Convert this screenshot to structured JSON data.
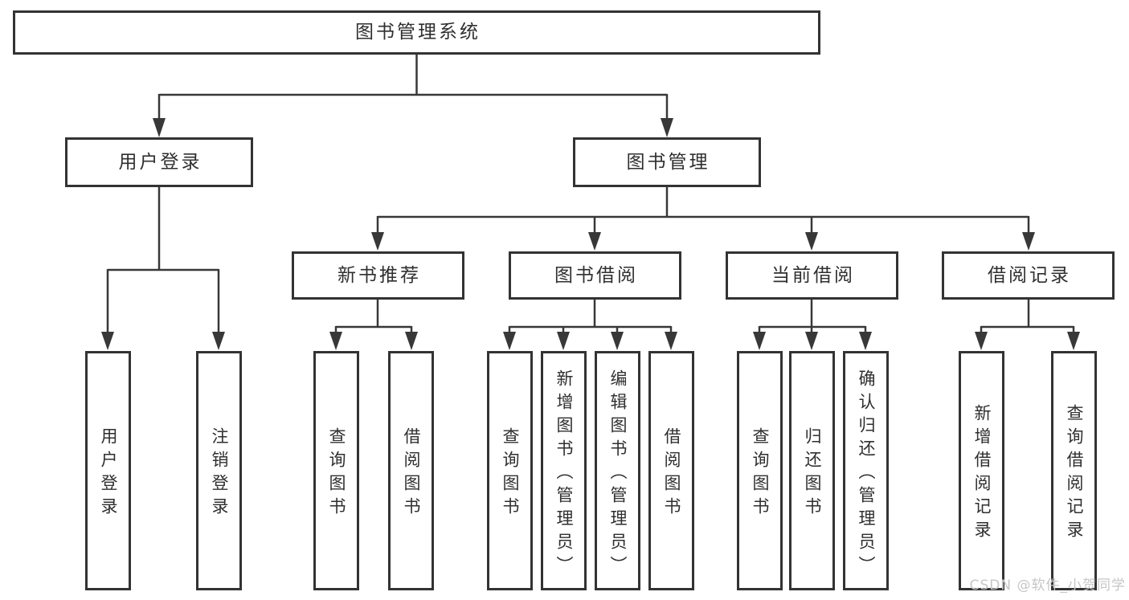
{
  "diagram": {
    "type": "hierarchy-tree",
    "title": "图书管理系统",
    "watermark": "CSDN @软件_小贺同学",
    "colors": {
      "background": "#ffffff",
      "line": "#383838",
      "box_border": "#333333",
      "text": "#2f2f2f",
      "watermark": "#c6c6c6"
    },
    "nodes": {
      "root": {
        "label": "图书管理系统"
      },
      "user_login": {
        "label": "用户登录"
      },
      "book_mgmt": {
        "label": "图书管理"
      },
      "new_book_rec": {
        "label": "新书推荐"
      },
      "book_borrow": {
        "label": "图书借阅"
      },
      "current_borrow": {
        "label": "当前借阅"
      },
      "borrow_record": {
        "label": "借阅记录"
      },
      "leaf_user_login": {
        "label": "用户登录"
      },
      "leaf_logout": {
        "label": "注销登录"
      },
      "leaf_nb_query": {
        "label": "查询图书"
      },
      "leaf_nb_borrow": {
        "label": "借阅图书"
      },
      "leaf_bb_query": {
        "label": "查询图书"
      },
      "leaf_bb_add": {
        "label": "新增图书（管理员）"
      },
      "leaf_bb_edit": {
        "label": "编辑图书（管理员）"
      },
      "leaf_bb_borrow": {
        "label": "借阅图书"
      },
      "leaf_cb_query": {
        "label": "查询图书"
      },
      "leaf_cb_return": {
        "label": "归还图书"
      },
      "leaf_cb_confirm": {
        "label": "确认归还（管理员）"
      },
      "leaf_br_add": {
        "label": "新增借阅记录"
      },
      "leaf_br_query": {
        "label": "查询借阅记录"
      }
    },
    "edges": [
      {
        "from": "图书管理系统",
        "to": [
          "用户登录",
          "图书管理"
        ]
      },
      {
        "from": "用户登录",
        "to": [
          "用户登录",
          "注销登录"
        ]
      },
      {
        "from": "图书管理",
        "to": [
          "新书推荐",
          "图书借阅",
          "当前借阅",
          "借阅记录"
        ]
      },
      {
        "from": "新书推荐",
        "to": [
          "查询图书",
          "借阅图书"
        ]
      },
      {
        "from": "图书借阅",
        "to": [
          "查询图书",
          "新增图书（管理员）",
          "编辑图书（管理员）",
          "借阅图书"
        ]
      },
      {
        "from": "当前借阅",
        "to": [
          "查询图书",
          "归还图书",
          "确认归还（管理员）"
        ]
      },
      {
        "from": "借阅记录",
        "to": [
          "新增借阅记录",
          "查询借阅记录"
        ]
      }
    ]
  }
}
